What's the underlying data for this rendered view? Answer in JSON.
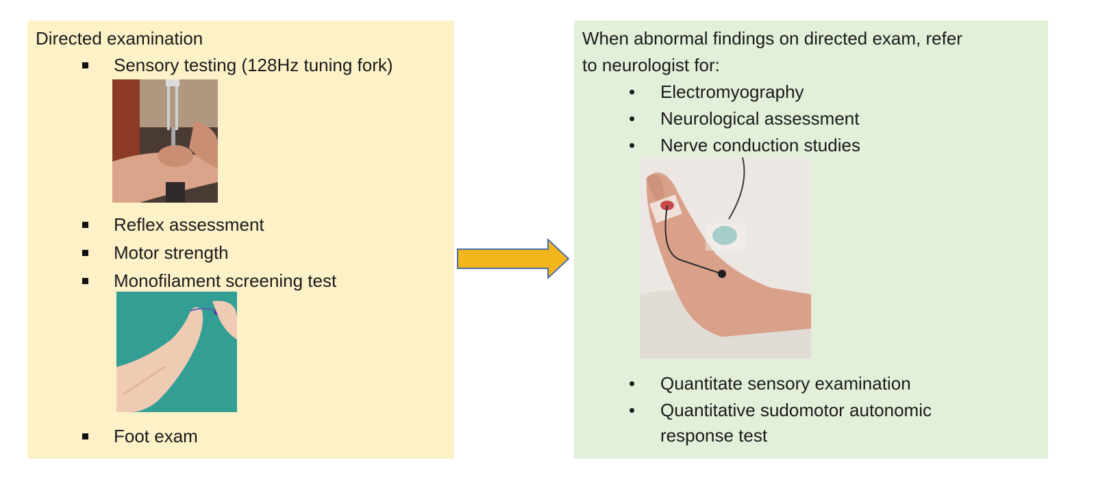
{
  "left": {
    "title": "Directed examination",
    "items": [
      "Sensory testing (128Hz tuning fork)",
      "Reflex assessment",
      "Motor strength",
      "Monofilament screening test",
      "Foot exam"
    ]
  },
  "right": {
    "title_line1": "When abnormal findings on directed exam, refer",
    "title_line2": "to neurologist for:",
    "items_top": [
      "Electromyography",
      "Neurological assessment",
      "Nerve conduction studies"
    ],
    "items_bottom": [
      "Quantitate sensory examination",
      "Quantitative sudomotor autonomic"
    ],
    "item_bottom_continuation": "response test"
  },
  "colors": {
    "left_panel": "#fdf1c8",
    "right_panel": "#e2efd9",
    "arrow_fill": "#f3b51c",
    "arrow_stroke": "#4a6fa5"
  }
}
